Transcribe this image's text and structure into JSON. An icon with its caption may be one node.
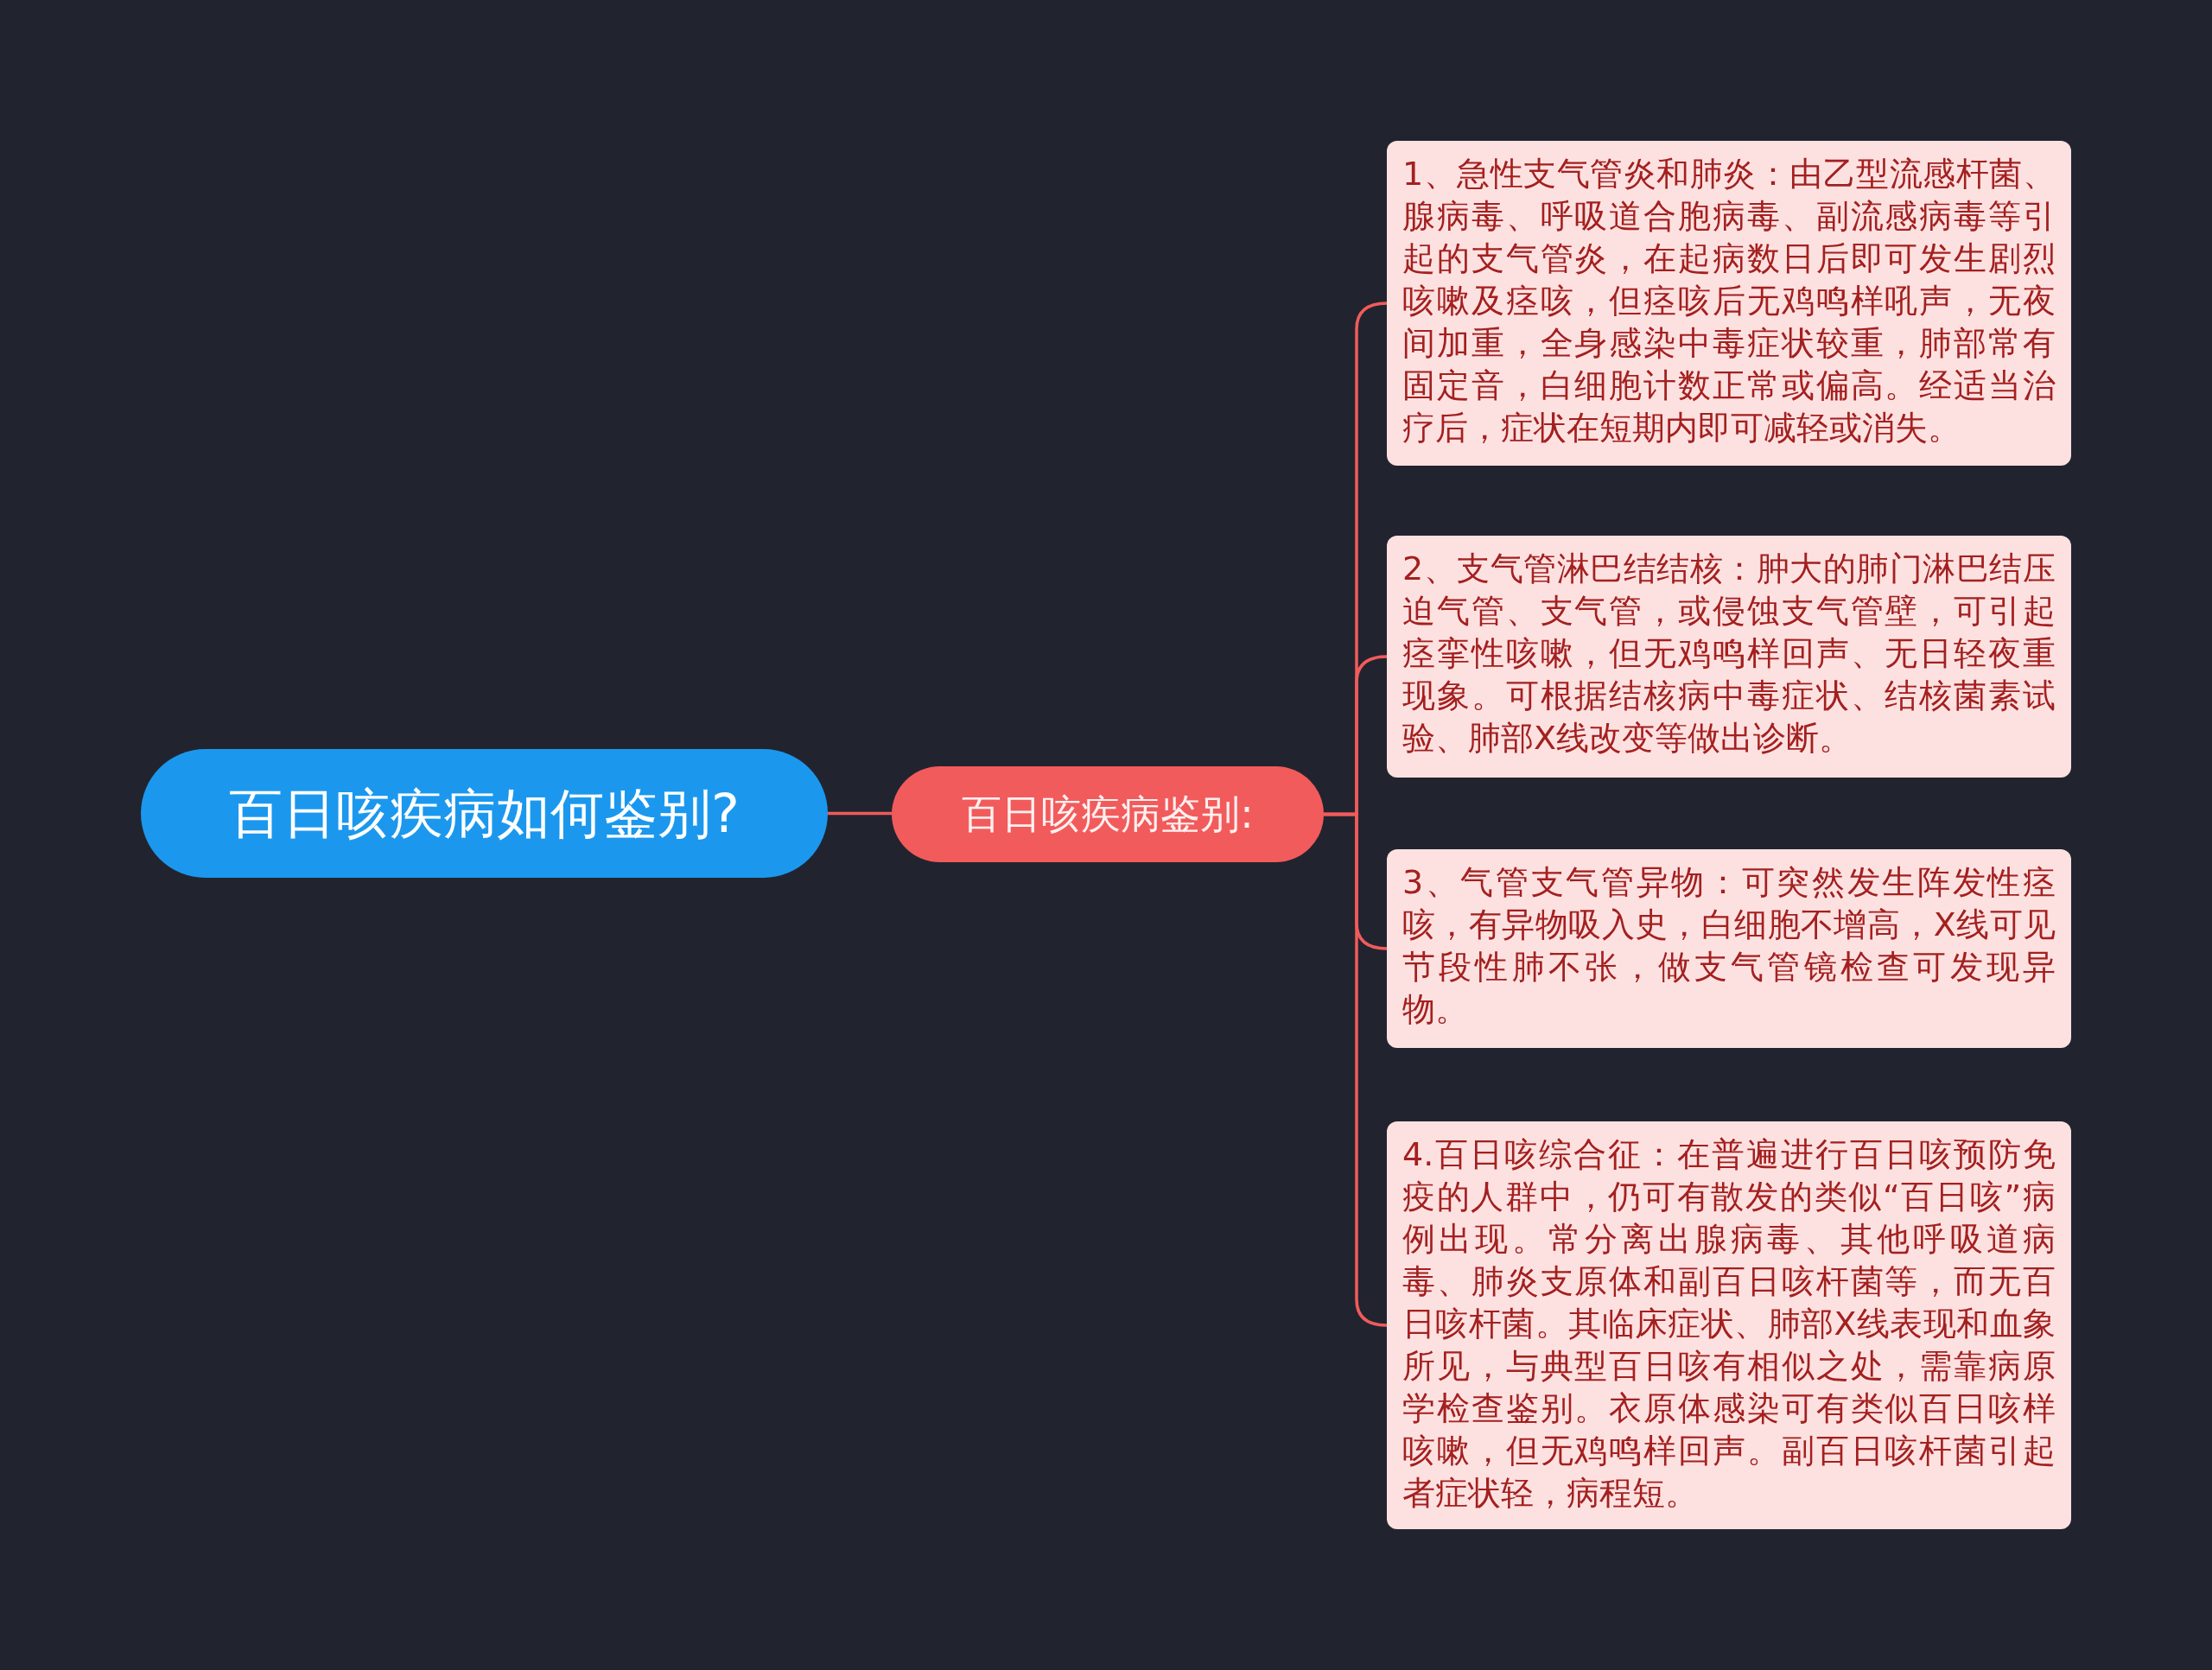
{
  "diagram": {
    "nodes": [
      {
        "text": [
          "百日咳疾病如何鉴别?"
        ]
      },
      {
        "text": [
          "百日咳疾病鉴别:"
        ]
      },
      {
        "text": [
          "1、急性支气管炎和肺炎：由乙型流感杆菌、腺病毒、呼吸道合胞病毒、副流感病毒等引起的支气管炎，在起病数日后即可发生剧烈咳嗽及痉咳，但痉咳后无鸡鸣样吼声，无夜间加重，全身感染中毒症状较重，肺部常有固定音，白细胞计数正常或偏高。经适当治疗后，症状在短期内即可减轻或消失。"
        ]
      },
      {
        "text": [
          "2、支气管淋巴结结核：肿大的肺门淋巴结压迫气管、支气管，或侵蚀支气管壁，可引起痉挛性咳嗽，但无鸡鸣样回声、无日轻夜重现象。可根据结核病中毒症状、结核菌素试验、肺部X线改变等做出诊断。"
        ]
      },
      {
        "text": [
          "3、气管支气管异物：可突然发生阵发性痉咳，有异物吸入史，白细胞不增高，X线可见节段性肺不张，做支气管镜检查可发现异物。"
        ]
      },
      {
        "text": [
          "4.百日咳综合征：在普遍进行百日咳预防免疫的人群中，仍可有散发的类似“百日咳”病例出现。常分离出腺病毒、其他呼吸道病毒、肺炎支原体和副百日咳杆菌等，而无百日咳杆菌。其临床症状、肺部X线表现和血象所见，与典型百日咳有相似之处，需靠病原学检查鉴别。衣原体感染可有类似百日咳样咳嗽，但无鸡鸣样回声。副百日咳杆菌引起者症状轻，病程短。"
        ]
      }
    ],
    "edges": [
      {
        "from": 0,
        "to": 1,
        "arrow": "none"
      },
      {
        "from": 1,
        "to": 2,
        "arrow": "none"
      },
      {
        "from": 1,
        "to": 3,
        "arrow": "none"
      },
      {
        "from": 1,
        "to": 4,
        "arrow": "none"
      },
      {
        "from": 1,
        "to": 5,
        "arrow": "none"
      }
    ]
  }
}
